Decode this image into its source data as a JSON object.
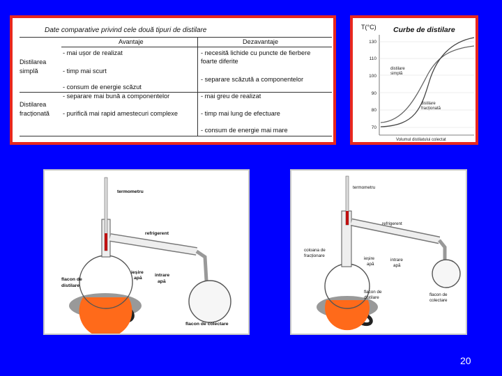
{
  "table": {
    "title": "Date comparative privind cele două tipuri de distilare",
    "col_advantages": "Avantaje",
    "col_disadvantages": "Dezavantaje",
    "rows": [
      {
        "label1": "Distilarea",
        "label2": "simplă",
        "advantages": [
          "- mai ușor de realizat",
          "- timp mai scurt",
          "- consum de energie scăzut"
        ],
        "disadvantages": [
          "- necesită lichide cu puncte de fierbere",
          "foarte diferite",
          "- separare scăzută a componentelor"
        ]
      },
      {
        "label1": "Distilarea",
        "label2": "fracționată",
        "advantages": [
          "- separare mai bună a componentelor",
          "- purifică mai rapid amestecuri complexe"
        ],
        "disadvantages": [
          "- mai greu de realizat",
          "- timp mai lung de efectuare",
          "- consum de energie mai mare"
        ]
      }
    ]
  },
  "curves": {
    "title": "Curbe de distilare",
    "y_axis_label": "T(°C)",
    "y_ticks": [
      "130",
      "110",
      "100",
      "90",
      "80",
      "70"
    ],
    "x_axis_label": "Volumul distilatului colectat",
    "label_simple": [
      "distilare",
      "simplă"
    ],
    "label_fract": [
      "distilare",
      "fracționată"
    ]
  },
  "simple_setup": {
    "thermometer": "termometru",
    "condenser": "refrigerent",
    "water_out": [
      "ieșire",
      "apă"
    ],
    "water_in": [
      "intrare",
      "apă"
    ],
    "distill_flask": [
      "flacon de",
      "distilare"
    ],
    "collect_flask": "flacon de colectare"
  },
  "fract_setup": {
    "thermometer": "termometru",
    "condenser": "refrigerent",
    "column": [
      "coloana de",
      "fracționare"
    ],
    "water_out": [
      "ieșire",
      "apă"
    ],
    "water_in": [
      "intrare",
      "apă"
    ],
    "distill_flask": [
      "flacon de",
      "distilare"
    ],
    "collect_flask": [
      "flacon de",
      "colectare"
    ]
  },
  "page_number": "20",
  "colors": {
    "background": "#0000ff",
    "frame": "#e8281e",
    "liquid": "#ff6a1a"
  }
}
